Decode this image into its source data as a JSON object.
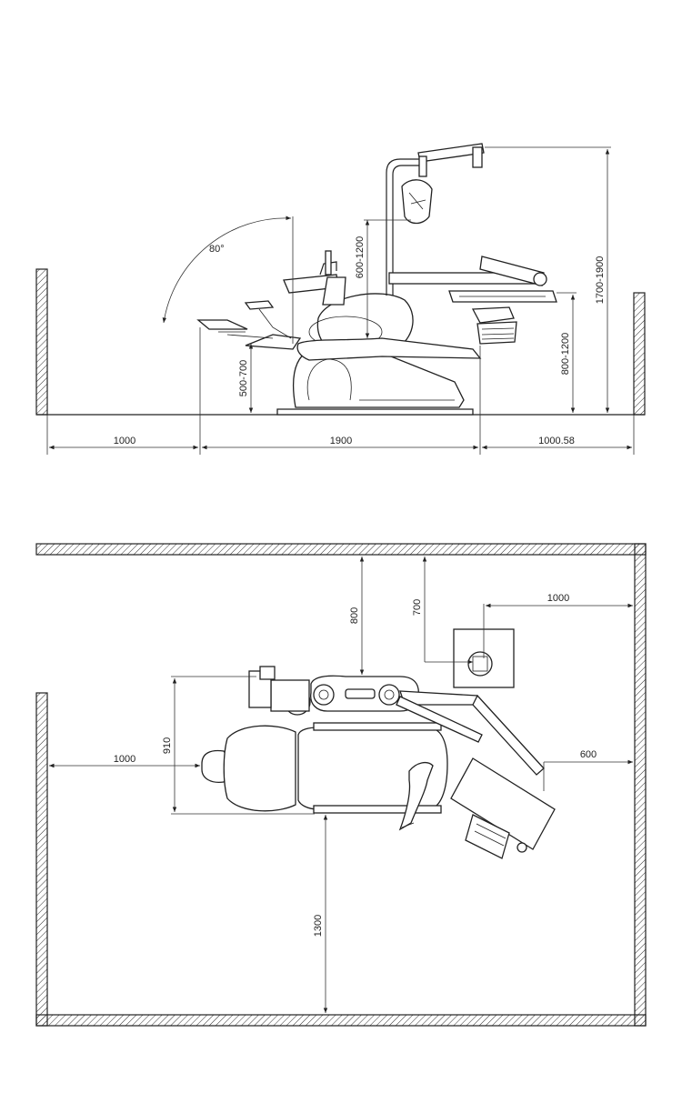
{
  "side_view": {
    "dims": {
      "left_clearance": "1000",
      "chair_length": "1900",
      "right_clearance": "1000.58",
      "seat_height": "500-700",
      "backrest_angle": "80°",
      "cuspidor_height": "600-1200",
      "tray_height": "800-1200",
      "lamp_height": "1700-1900"
    }
  },
  "plan_view": {
    "dims": {
      "top_clearance": "800",
      "stool_offset": "700",
      "right_unit_clearance": "1000",
      "chair_width": "910",
      "left_clearance": "1000",
      "tray_clearance": "600",
      "bottom_clearance": "1300"
    }
  }
}
